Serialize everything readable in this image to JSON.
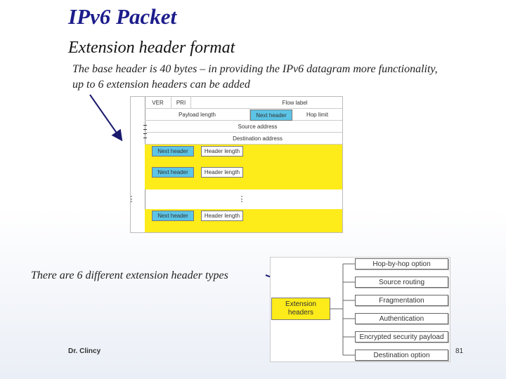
{
  "slide": {
    "title": "IPv6 Packet",
    "subtitle": "Extension header format",
    "description_line1": "The base header is 40 bytes – in providing the IPv6 datagram more functionality,",
    "description_line2": "up to 6 extension headers can be added",
    "types_text": "There are 6 different extension header types",
    "author": "Dr. Clincy",
    "page_number": "81"
  },
  "packet": {
    "ver": "VER",
    "pri": "PRI",
    "flow_label": "Flow label",
    "payload_length": "Payload length",
    "next_header": "Next header",
    "hop_limit": "Hop limit",
    "source_address": "Source address",
    "destination_address": "Destination address",
    "ext_next_header": "Next header",
    "ext_header_length": "Header length",
    "ellipsis": "⋮"
  },
  "types": {
    "root": "Extension headers",
    "root_line1": "Extension",
    "root_line2": "headers",
    "items": [
      "Hop-by-hop option",
      "Source routing",
      "Fragmentation",
      "Authentication",
      "Encrypted security payload",
      "Destination option"
    ]
  },
  "colors": {
    "title": "#1c1c8c",
    "yellow": "#fdeb1a",
    "blue": "#5cc4e6",
    "arrow": "#1a1a6e",
    "pointer_red": "#cc2222"
  }
}
